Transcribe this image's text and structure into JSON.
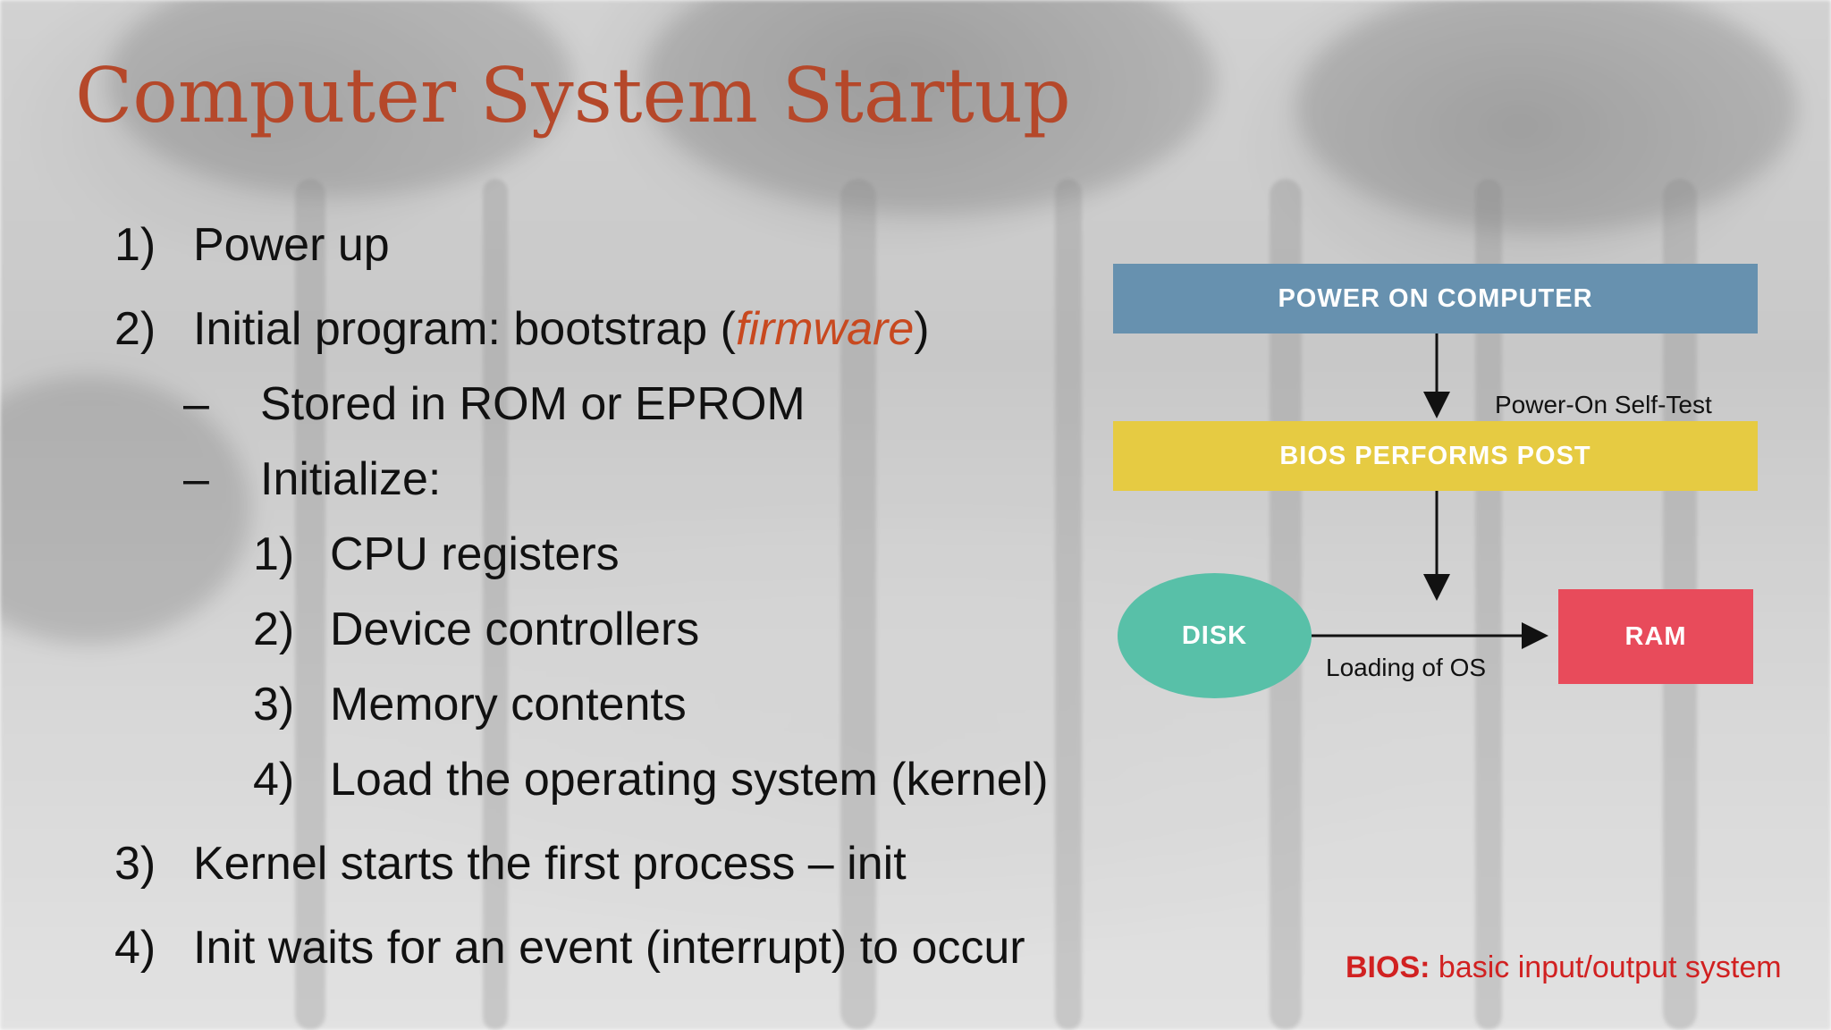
{
  "slide": {
    "title": "Computer System Startup",
    "items": [
      {
        "num": "1)",
        "text": "Power up"
      },
      {
        "num": "2)",
        "pre": "Initial program: bootstrap (",
        "em": "firmware",
        "post": ")"
      },
      {
        "num": "–",
        "text": "Stored in ROM or EPROM"
      },
      {
        "num": "–",
        "text": "Initialize:"
      },
      {
        "num": "1)",
        "text": "CPU registers"
      },
      {
        "num": "2)",
        "text": "Device controllers"
      },
      {
        "num": "3)",
        "text": "Memory contents"
      },
      {
        "num": "4)",
        "text": "Load the operating system (kernel)"
      },
      {
        "num": "3)",
        "text": "Kernel starts the first process – init"
      },
      {
        "num": "4)",
        "text": "Init waits for an event (interrupt) to occur"
      }
    ]
  },
  "flowchart": {
    "power_on": "POWER ON COMPUTER",
    "post_label": "Power-On Self-Test",
    "bios_post": "BIOS PERFORMS POST",
    "disk": "DISK",
    "load_label": "Loading of OS",
    "ram": "RAM",
    "colors": {
      "power_on": "#6791af",
      "bios_post": "#e6cb42",
      "disk": "#58c0a8",
      "ram": "#e84b5b"
    }
  },
  "footnote": {
    "term": "BIOS:",
    "definition": "basic input/output system"
  },
  "colors": {
    "title": "#b5482a",
    "emphasis": "#c8491f",
    "footnote": "#d12121"
  }
}
